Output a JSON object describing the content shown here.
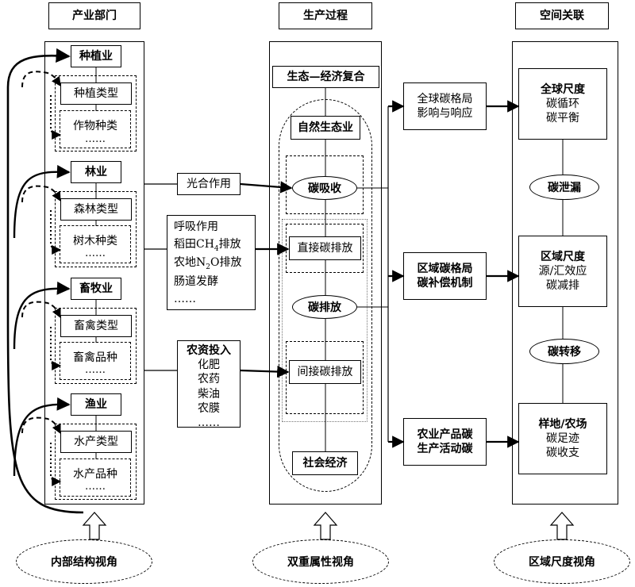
{
  "headers": {
    "col1": "产业部门",
    "col2": "生产过程",
    "col3": "空间关联"
  },
  "sectors": [
    {
      "name": "种植业",
      "type": "种植类型",
      "sub": "作物种类",
      "more": "……"
    },
    {
      "name": "林业",
      "type": "森林类型",
      "sub": "树木种类",
      "more": "……"
    },
    {
      "name": "畜牧业",
      "type": "畜禽类型",
      "sub": "畜禽品种",
      "more": "……"
    },
    {
      "name": "渔业",
      "type": "水产类型",
      "sub": "水产品种",
      "more": "……"
    }
  ],
  "process": {
    "complex": "生态—经济复合",
    "natural": "自然生态业",
    "absorb": "碳吸收",
    "direct": "直接碳排放",
    "emission": "碳排放",
    "indirect": "间接碳排放",
    "social": "社会经济"
  },
  "links": {
    "photosynthesis": "光合作用",
    "respiration": [
      "呼吸作用",
      "稻田CH",
      "4",
      "排放",
      "农地N",
      "2",
      "O排放",
      "肠道发酵",
      "……"
    ],
    "inputs": [
      "农资投入",
      "化肥",
      "农药",
      "柴油",
      "农膜",
      "……"
    ]
  },
  "impacts": {
    "global": [
      "全球碳格局",
      "影响与响应"
    ],
    "regional": [
      "区域碳格局",
      "碳补偿机制"
    ],
    "product": [
      "农业产品碳",
      "生产活动碳"
    ]
  },
  "space": {
    "global": [
      "全球尺度",
      "碳循环",
      "碳平衡"
    ],
    "leak": "碳泄漏",
    "regional": [
      "区域尺度",
      "源/汇效应",
      "碳减排"
    ],
    "transfer": "碳转移",
    "local": [
      "样地/农场",
      "碳足迹",
      "碳收支"
    ]
  },
  "perspectives": {
    "internal": "内部结构视角",
    "dual": "双重属性视角",
    "regional": "区域尺度视角"
  }
}
